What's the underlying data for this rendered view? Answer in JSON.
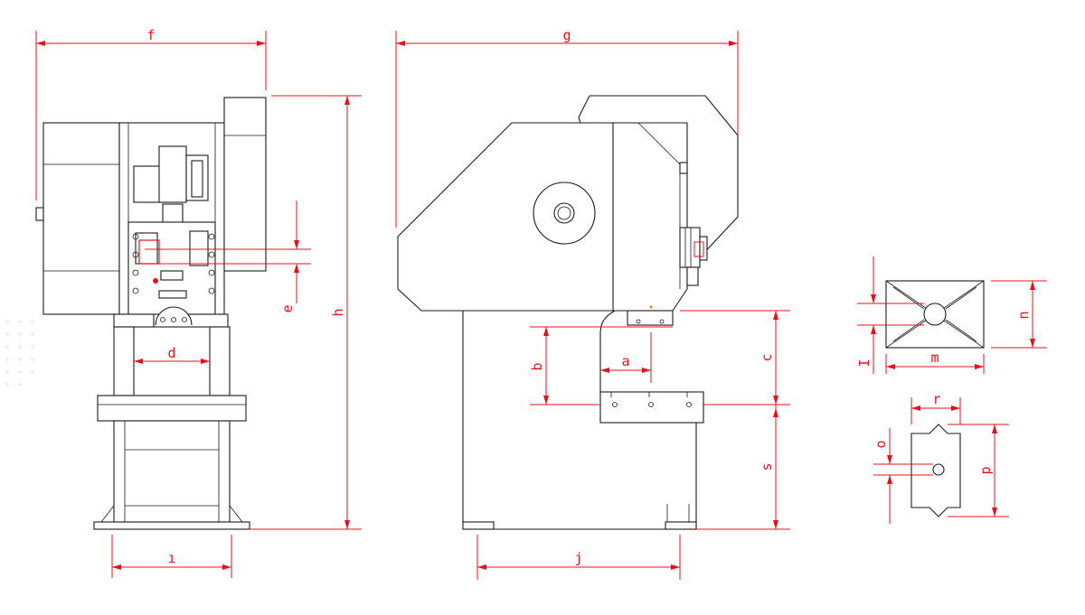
{
  "diagram": {
    "dimension_labels": {
      "f": "f",
      "g": "g",
      "h": "h",
      "e": "e",
      "d": "d",
      "i": "ı",
      "j": "j",
      "a": "a",
      "b": "b",
      "c": "c",
      "s": "s",
      "n": "n",
      "m": "m",
      "l": "I",
      "r": "r",
      "p": "p",
      "o": "o"
    }
  }
}
